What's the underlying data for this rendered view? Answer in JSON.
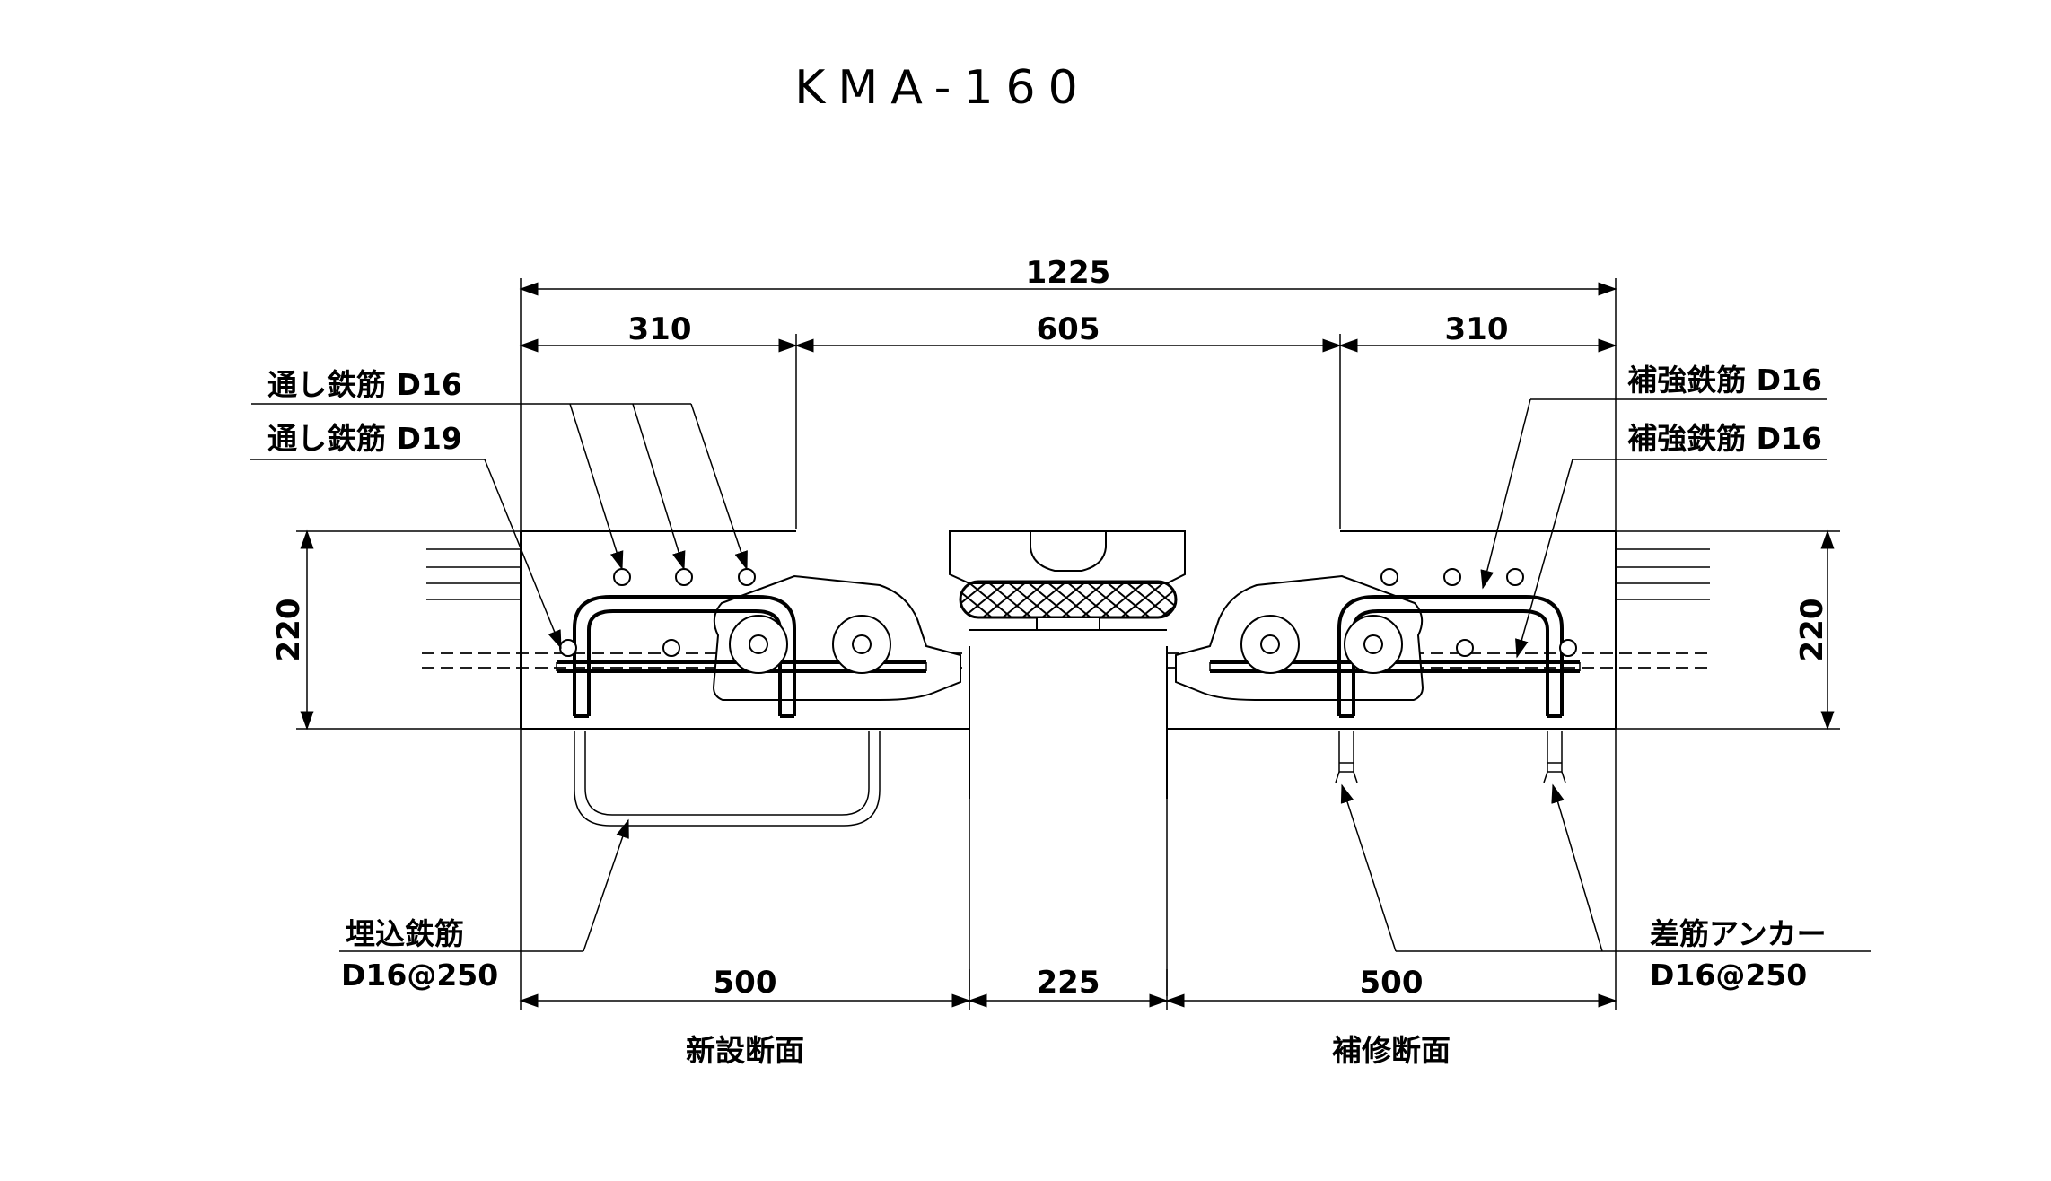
{
  "title": "KMA-160",
  "dimensions": {
    "total_width": "1225",
    "left_width": "310",
    "center_width": "605",
    "right_width": "310",
    "height_left": "220",
    "height_right": "220",
    "bottom_left": "500",
    "bottom_center": "225",
    "bottom_right": "500"
  },
  "labels": {
    "rebar_d16_left": "通し鉄筋 D16",
    "rebar_d19_left": "通し鉄筋 D19",
    "reinforce_d16_a": "補強鉄筋 D16",
    "reinforce_d16_b": "補強鉄筋 D16",
    "embedded_rebar": "埋込鉄筋",
    "embedded_spec": "D16@250",
    "anchor": "差筋アンカー",
    "anchor_spec": "D16@250"
  },
  "sections": {
    "new": "新設断面",
    "repair": "補修断面"
  }
}
